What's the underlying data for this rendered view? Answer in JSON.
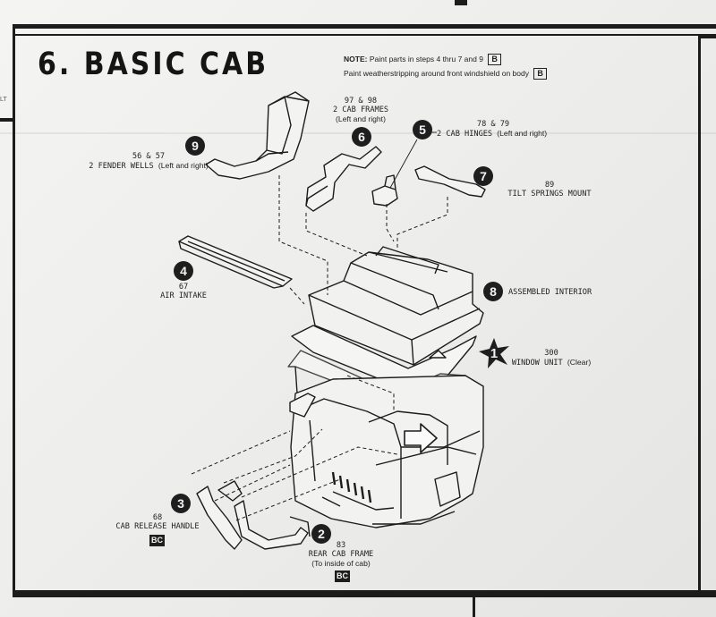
{
  "step": {
    "title": "6. BASIC CAB"
  },
  "note": {
    "label": "NOTE:",
    "line1": "Paint parts in steps 4 thru 7 and 9",
    "line2": "Paint weatherstripping around front windshield on body",
    "box1": "B",
    "box2": "B"
  },
  "edge_text": "LT",
  "parts": [
    {
      "callout": "9",
      "number": "56 & 57",
      "desc": "2 FENDER WELLS",
      "sub": "(Left and right)"
    },
    {
      "callout": "6",
      "number": "97 & 98",
      "desc": "2 CAB FRAMES",
      "sub": "(Left and right)"
    },
    {
      "callout": "5",
      "number": "78 & 79",
      "desc": "2 CAB HINGES",
      "sub": "(Left and right)"
    },
    {
      "callout": "7",
      "number": "89",
      "desc": "TILT SPRINGS MOUNT",
      "sub": ""
    },
    {
      "callout": "4",
      "number": "67",
      "desc": "AIR INTAKE",
      "sub": ""
    },
    {
      "callout": "8",
      "number": "",
      "desc": "ASSEMBLED INTERIOR",
      "sub": ""
    },
    {
      "callout": "1",
      "number": "300",
      "desc": "WINDOW UNIT",
      "sub": "(Clear)"
    },
    {
      "callout": "3",
      "number": "68",
      "desc": "CAB RELEASE HANDLE",
      "sub": "",
      "badge": "BC"
    },
    {
      "callout": "2",
      "number": "83",
      "desc": "REAR CAB FRAME",
      "sub": "(To inside of cab)",
      "badge": "BC"
    }
  ],
  "icons": [
    "star-burst-icon",
    "number-circle-icon",
    "arrow-icon"
  ],
  "colors": {
    "ink": "#1c1c1c",
    "paper": "#f0f0ee"
  }
}
